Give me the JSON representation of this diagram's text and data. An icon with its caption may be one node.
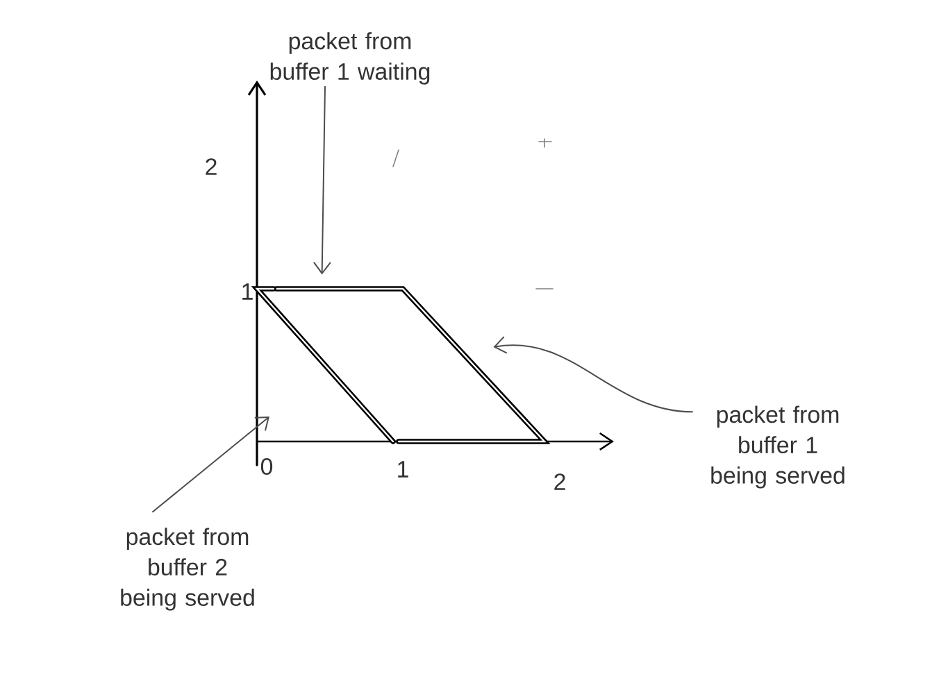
{
  "diagram": {
    "nodes": [
      {
        "text": [
          "packet from buffer 1 waiting"
        ]
      },
      {
        "text": [],
        "shape": "parallelogram"
      },
      {
        "text": [],
        "shape": "triangle"
      },
      {
        "text": [
          "packet from buffer 1 being served"
        ]
      },
      {
        "text": [
          "packet from buffer 2 being served"
        ]
      }
    ],
    "edges": [
      {
        "from": 0,
        "to": 1,
        "arrow": "to"
      },
      {
        "from": 3,
        "to": 1,
        "arrow": "to"
      },
      {
        "from": 4,
        "to": 2,
        "arrow": "to"
      }
    ],
    "labels": [
      "2",
      "1",
      "0",
      "1",
      "2"
    ]
  }
}
